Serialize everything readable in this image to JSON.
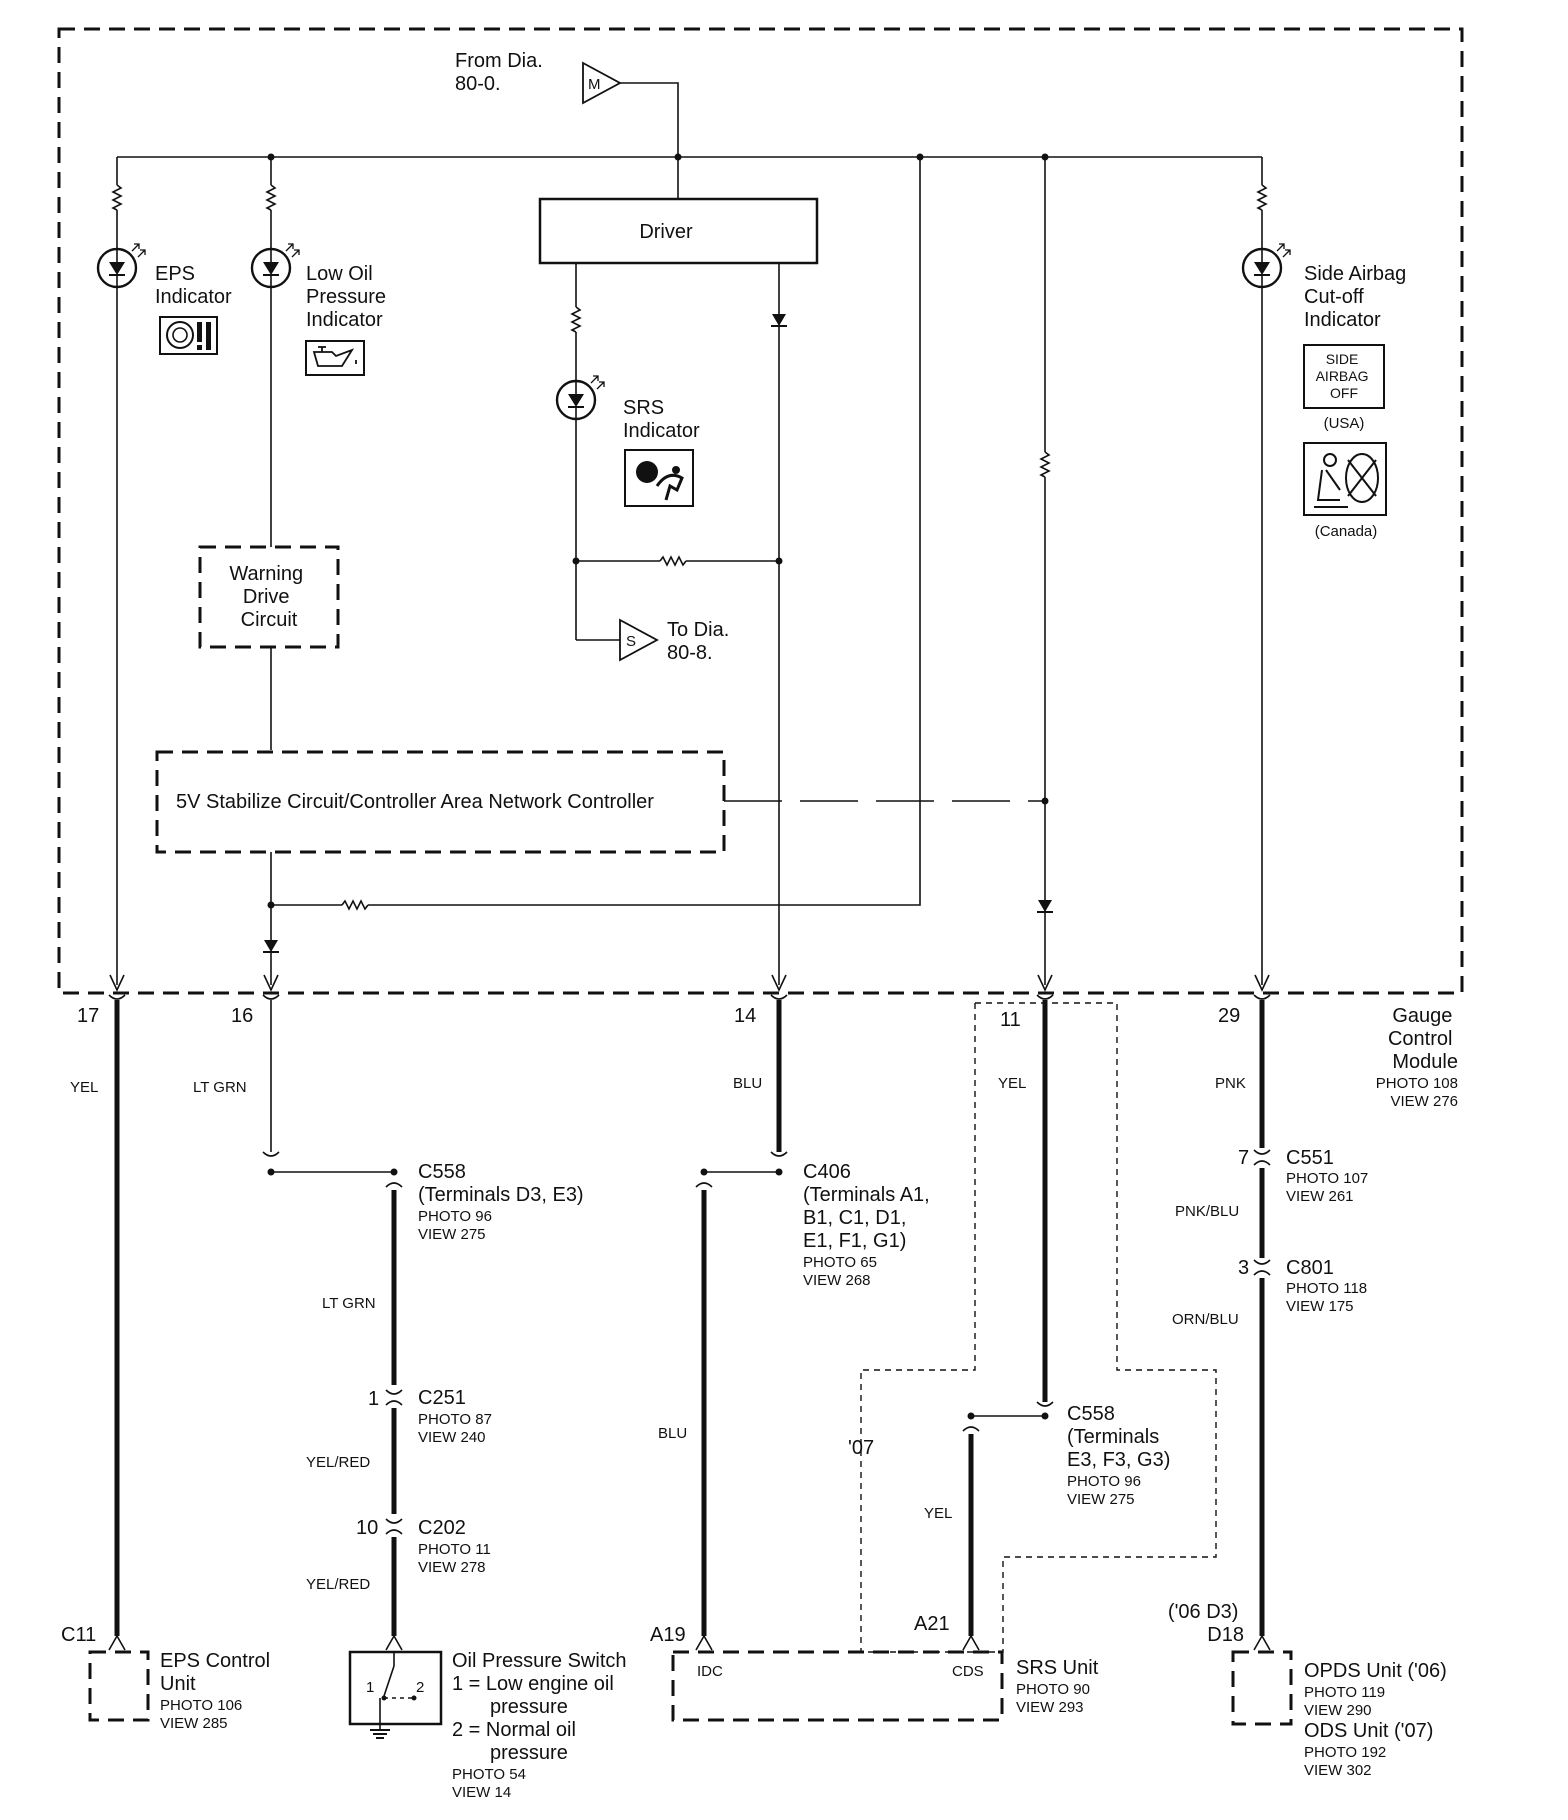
{
  "module": {
    "name_lines": [
      "Gauge",
      "Control",
      "Module"
    ],
    "photo": "PHOTO 108",
    "view": "VIEW 276"
  },
  "refs": {
    "from_lines": [
      "From  Dia.",
      "80-0."
    ],
    "from_letter": "M",
    "to_lines": [
      "To Dia.",
      "80-8."
    ],
    "to_letter": "S"
  },
  "blocks": {
    "driver": "Driver",
    "warning_lines": [
      "Warning",
      "Drive",
      "Circuit"
    ],
    "stabilize": "5V Stabilize Circuit/Controller Area Network Controller"
  },
  "indicators": {
    "eps_lines": [
      "EPS",
      "Indicator"
    ],
    "oil_lines": [
      "Low Oil",
      "Pressure",
      "Indicator"
    ],
    "srs_lines": [
      "SRS",
      "Indicator"
    ],
    "side_lines": [
      "Side Airbag",
      "Cut-off",
      "Indicator"
    ],
    "side_usa_lines": [
      "SIDE",
      "AIRBAG",
      "OFF"
    ],
    "usa": "(USA)",
    "canada": "(Canada)"
  },
  "pins": {
    "p17": "17",
    "p16": "16",
    "p14": "14",
    "p11": "11",
    "p29": "29"
  },
  "wires": {
    "yel": "YEL",
    "ltgrn": "LT GRN",
    "blu": "BLU",
    "pnk": "PNK",
    "ltgrn2": "LT GRN",
    "yelred1": "YEL/RED",
    "yelred2": "YEL/RED",
    "blu2": "BLU",
    "yel2": "YEL",
    "pnkblu": "PNK/BLU",
    "ornblu": "ORN/BLU"
  },
  "connectors": {
    "c558a": {
      "name": "C558",
      "terminals_lines": [
        "(Terminals D3, E3)"
      ],
      "photo": "PHOTO 96",
      "view": "VIEW 275"
    },
    "c406": {
      "name": "C406",
      "terminals_lines": [
        "(Terminals A1,",
        "B1, C1, D1,",
        "E1, F1, G1)"
      ],
      "photo": "PHOTO 65",
      "view": "VIEW 268"
    },
    "c551": {
      "pin": "7",
      "name": "C551",
      "photo": "PHOTO 107",
      "view": "VIEW 261"
    },
    "c801": {
      "pin": "3",
      "name": "C801",
      "photo": "PHOTO 118",
      "view": "VIEW 175"
    },
    "c251": {
      "pin": "1",
      "name": "C251",
      "photo": "PHOTO 87",
      "view": "VIEW 240"
    },
    "c202": {
      "pin": "10",
      "name": "C202",
      "photo": "PHOTO 11",
      "view": "VIEW 278"
    },
    "c558b": {
      "name": "C558",
      "terminals_lines": [
        "(Terminals",
        "E3, F3, G3)"
      ],
      "photo": "PHOTO 96",
      "view": "VIEW 275"
    }
  },
  "year_07": "'07",
  "components": {
    "eps": {
      "pin": "C11",
      "name_lines": [
        "EPS Control",
        "Unit"
      ],
      "photo": "PHOTO 106",
      "view": "VIEW 285"
    },
    "oil": {
      "title": "Oil Pressure Switch",
      "desc_lines": [
        "1 = Low engine oil",
        "pressure",
        "2 = Normal oil",
        "pressure"
      ],
      "sw1": "1",
      "sw2": "2",
      "photo": "PHOTO 54",
      "view": "VIEW 14"
    },
    "srs": {
      "pin_a19": "A19",
      "pin_a21": "A21",
      "idc": "IDC",
      "cds": "CDS",
      "name": "SRS Unit",
      "photo": "PHOTO 90",
      "view": "VIEW 293"
    },
    "opds": {
      "note_lines": [
        "('06 D3)",
        "D18"
      ],
      "name1": "OPDS Unit ('06)",
      "photo1": "PHOTO 119",
      "view1": "VIEW 290",
      "name2": "ODS Unit ('07)",
      "photo2": "PHOTO 192",
      "view2": "VIEW 302"
    }
  }
}
